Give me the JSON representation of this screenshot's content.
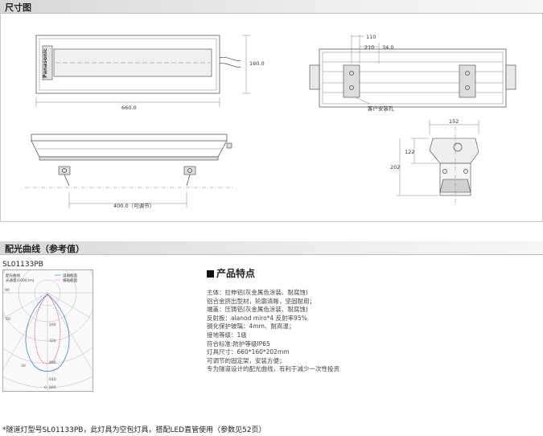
{
  "sections": {
    "dimensions_title": "尺寸图",
    "light_curve_title": "配光曲线（参考值）"
  },
  "drawing": {
    "brand": "Panasonic",
    "len_660": "660.0",
    "height_160": "160.0",
    "len_400": "400.0（可调节）",
    "dim_110": "110",
    "dim_210": "210",
    "dim_340": "34.0",
    "callout": "客户安装孔",
    "width_152": "152",
    "dim_122": "122",
    "height_202": "202"
  },
  "light_curve": {
    "model": "SL01133PB",
    "legend": [
      "配光曲线",
      "光通量(1000 lm)",
      "竖轴截面",
      "横轴截面"
    ],
    "rings": [
      "160",
      "320",
      "480",
      "640",
      "800"
    ],
    "angles": [
      "90",
      "60",
      "30",
      "0"
    ]
  },
  "features": {
    "title": "产品特点",
    "items": [
      "主体：拉伸铝(灰金属色涂装、耐腐蚀)",
      "铝合金挤出型材，轮廓清晰，坚固耐用；",
      "端盖：压铸铝(灰金属色涂装、耐腐蚀)",
      "反射板：alanod miro*4 反射率95%",
      "钢化保护玻璃：4mm、耐高温；",
      "接地等级：1级",
      "符合标准:防护等级IP65",
      "灯具尺寸：660*160*202mm",
      "可调节的固定架，安装方便；",
      "专为隧道设计的配光曲线，有利于减少一次性投资"
    ]
  },
  "footer_note": "*隧道灯型号SL01133PB，此灯具为空包灯具，搭配LED直管使用（参数见52页）"
}
